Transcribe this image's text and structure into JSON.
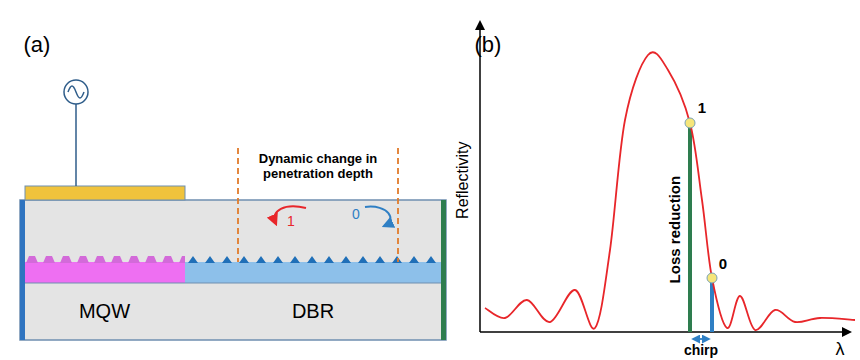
{
  "diagram": {
    "nodes": [
      {
        "text": [
          "MQW"
        ]
      },
      {
        "text": [
          "DBR"
        ]
      }
    ],
    "labels": [
      "(a)",
      "(b)",
      "Dynamic change in penetration depth",
      "1",
      "0",
      "Reflectivity",
      "1",
      "Loss reduction",
      "0",
      "chirp",
      "λ"
    ]
  }
}
